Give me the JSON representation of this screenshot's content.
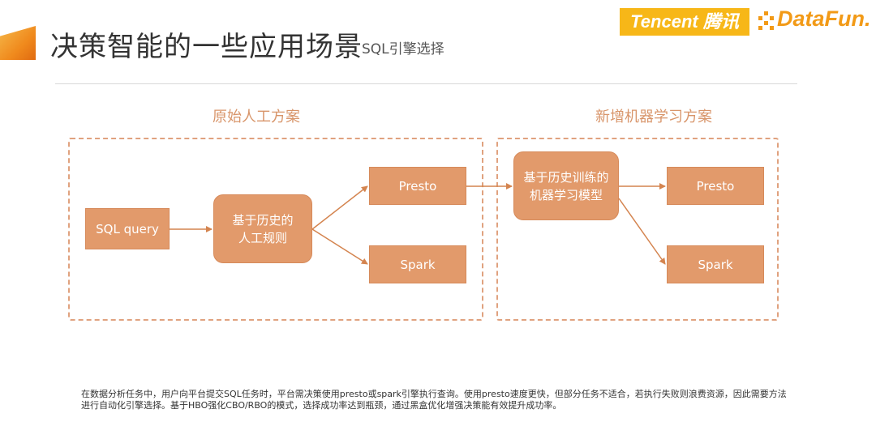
{
  "header": {
    "title": "决策智能的一些应用场景",
    "subtitle": "SQL引擎选择"
  },
  "logos": {
    "tencent": "Tencent 腾讯",
    "datafun": "DataFun."
  },
  "diagram": {
    "left_section": {
      "title": "原始人工方案",
      "input": "SQL query",
      "decider_lines": [
        "基于历史的",
        "人工规则"
      ],
      "presto": "Presto",
      "spark": "Spark"
    },
    "right_section": {
      "title": "新增机器学习方案",
      "decider_lines": [
        "基于历史训练的",
        "机器学习模型"
      ],
      "presto": "Presto",
      "spark": "Spark"
    }
  },
  "footnote": {
    "text": "在数据分析任务中，用户向平台提交SQL任务时，平台需决策使用presto或spark引擎执行查询。使用presto速度更快，但部分任务不适合，若执行失败则浪费资源，因此需要方法进行自动化引擎选择。基于HBO强化CBO/RBO的模式，选择成功率达到瓶颈，通过黑盒优化增强决策能有效提升成功率。"
  },
  "colors": {
    "node_fill": "#e29a6b",
    "dashed_border": "#e0a27f",
    "arrow": "#d4844f",
    "section_title": "#d8956a",
    "tencent_yellow": "#f7b718",
    "datafun_orange": "#f29a17"
  }
}
